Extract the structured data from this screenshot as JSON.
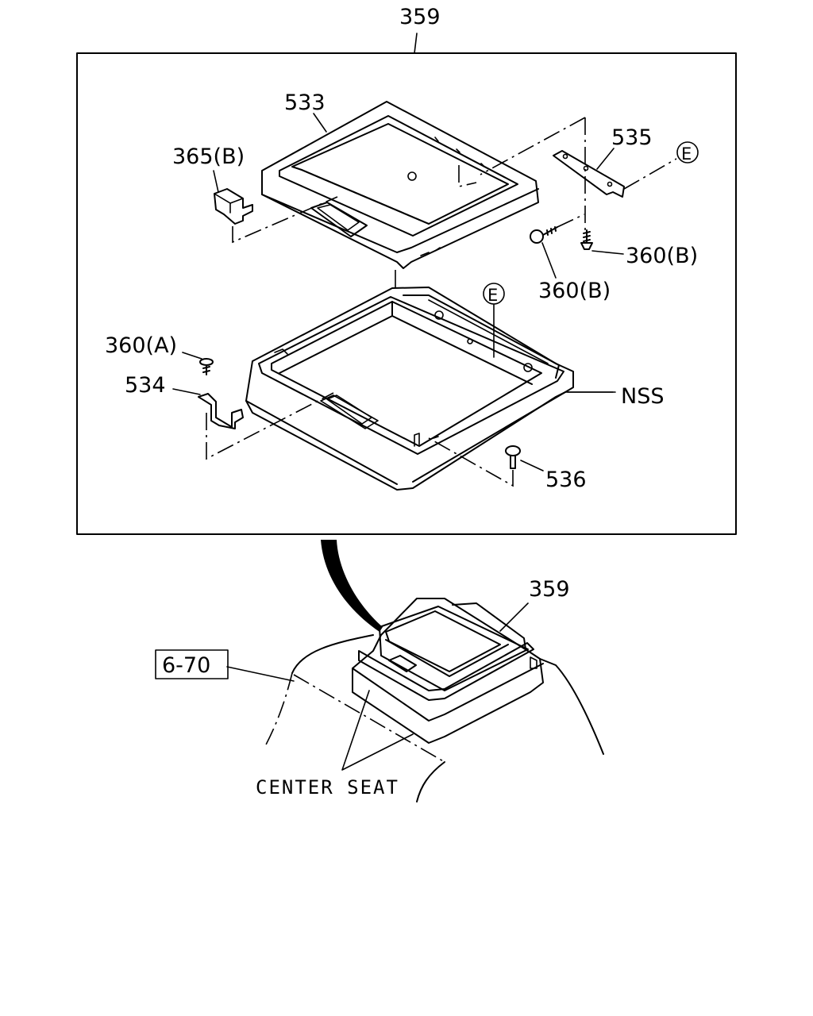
{
  "labels": {
    "assembly_top": "359",
    "part_533": "533",
    "part_535": "535",
    "ref_e_top": "E",
    "part_365b": "365(B)",
    "part_360b_right": "360(B)",
    "part_360b_bottom": "360(B)",
    "ref_e_mid": "E",
    "part_360a": "360(A)",
    "part_534": "534",
    "nss": "NSS",
    "part_536": "536",
    "assembly_callout": "359",
    "ref_page": "6-70",
    "center_seat": "CENTER SEAT"
  }
}
